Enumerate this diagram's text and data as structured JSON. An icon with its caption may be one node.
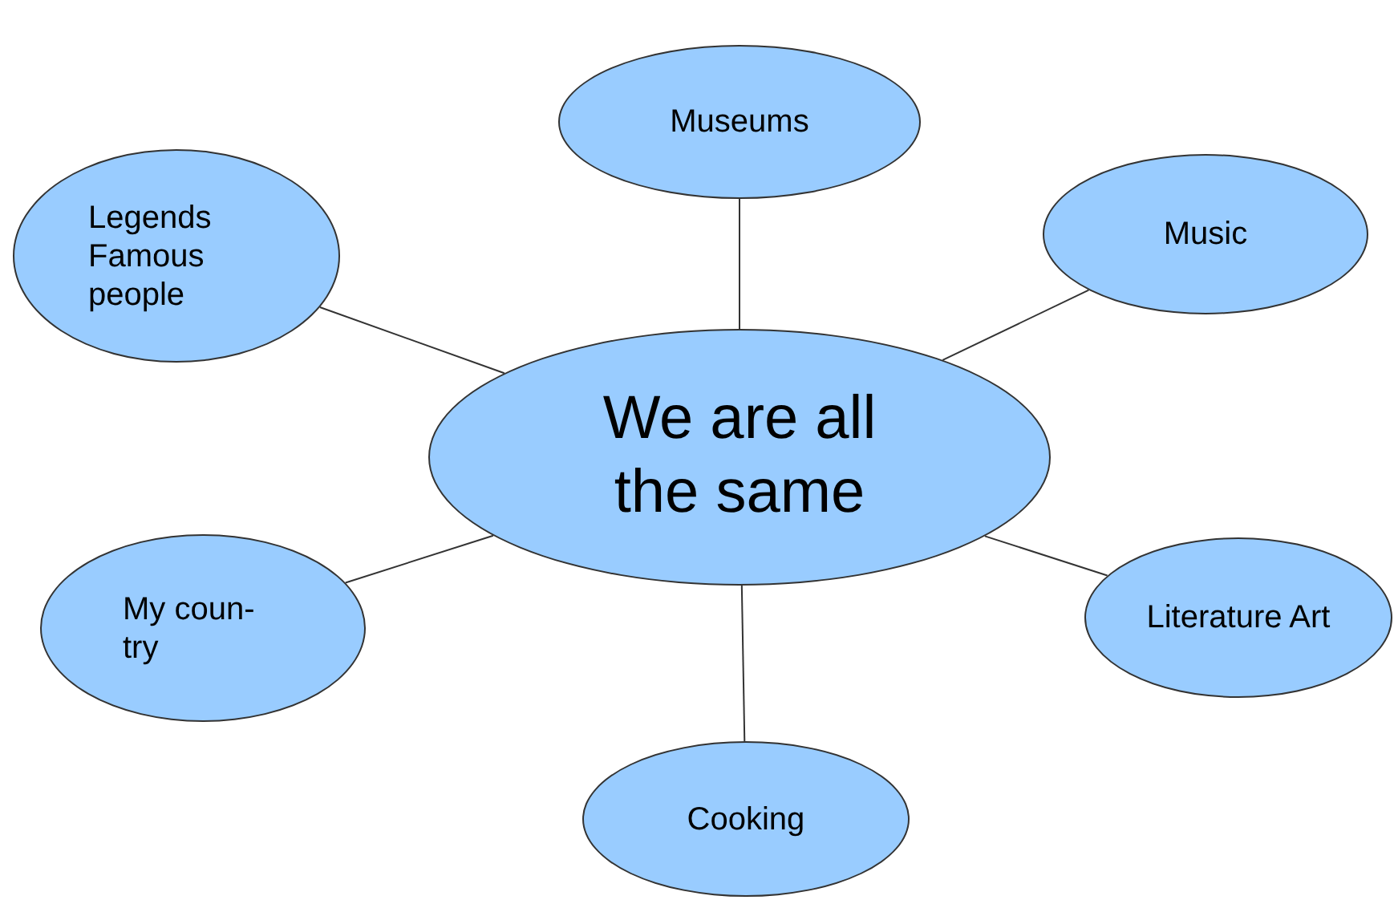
{
  "diagram": {
    "nodes": [
      {
        "text": [
          "We are all the same"
        ]
      },
      {
        "text": [
          "Museums"
        ]
      },
      {
        "text": [
          "Legends Famous people"
        ]
      },
      {
        "text": [
          "Music"
        ]
      },
      {
        "text": [
          "My coun- try"
        ]
      },
      {
        "text": [
          "Literature Art"
        ]
      },
      {
        "text": [
          "Cooking"
        ]
      }
    ],
    "edges": [
      {
        "from": 0,
        "to": 1,
        "arrow": "none"
      },
      {
        "from": 0,
        "to": 2,
        "arrow": "none"
      },
      {
        "from": 0,
        "to": 3,
        "arrow": "none"
      },
      {
        "from": 0,
        "to": 4,
        "arrow": "none"
      },
      {
        "from": 0,
        "to": 5,
        "arrow": "none"
      },
      {
        "from": 0,
        "to": 6,
        "arrow": "none"
      }
    ]
  }
}
